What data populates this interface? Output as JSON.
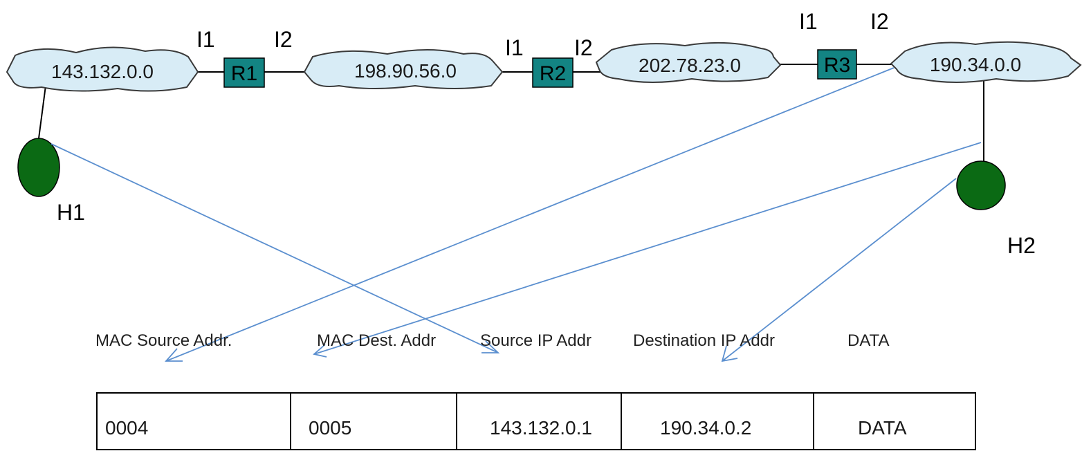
{
  "networks": [
    {
      "id": "net1",
      "label": "143.132.0.0"
    },
    {
      "id": "net2",
      "label": "198.90.56.0"
    },
    {
      "id": "net3",
      "label": "202.78.23.0"
    },
    {
      "id": "net4",
      "label": "190.34.0.0"
    }
  ],
  "routers": [
    {
      "id": "r1",
      "label": "R1",
      "if1": "I1",
      "if2": "I2"
    },
    {
      "id": "r2",
      "label": "R2",
      "if1": "I1",
      "if2": "I2"
    },
    {
      "id": "r3",
      "label": "R3",
      "if1": "I1",
      "if2": "I2"
    }
  ],
  "hosts": [
    {
      "id": "h1",
      "label": "H1"
    },
    {
      "id": "h2",
      "label": "H2"
    }
  ],
  "frame": {
    "headers": [
      "MAC Source Addr.",
      "MAC Dest. Addr",
      "Source IP Addr",
      "Destination IP Addr",
      "DATA"
    ],
    "values": [
      "0004",
      "0005",
      "143.132.0.1",
      "190.34.0.2",
      "DATA"
    ]
  },
  "colors": {
    "cloud_fill": "#d8ecf6",
    "cloud_stroke": "#3a3a3a",
    "router_fill": "#138483",
    "host_fill": "#0b6a14",
    "arrow": "#5b8fcf",
    "line": "#000000"
  }
}
